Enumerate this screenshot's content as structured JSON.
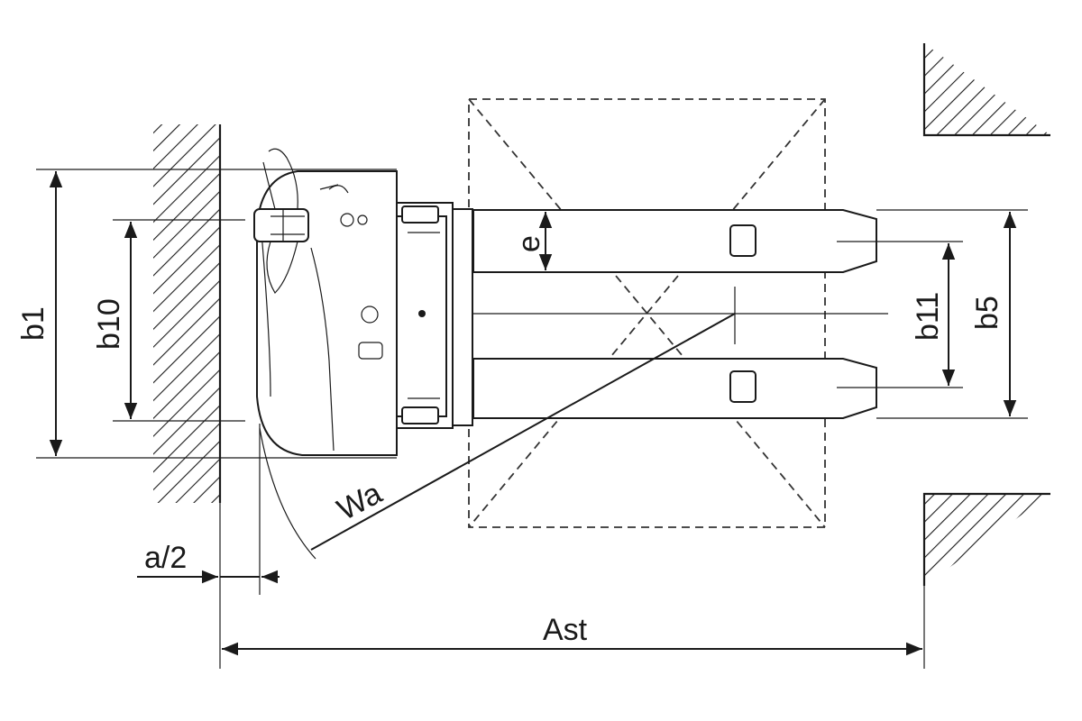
{
  "labels": {
    "b1": "b1",
    "b10": "b10",
    "e": "e",
    "b11": "b11",
    "b5": "b5",
    "wa": "Wa",
    "a_half": "a/2",
    "ast": "Ast"
  }
}
